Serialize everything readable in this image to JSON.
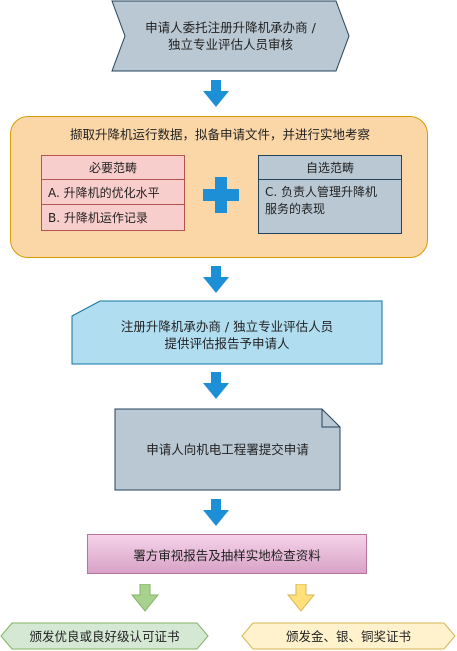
{
  "steps": {
    "apply": {
      "line1": "申请人委托注册升降机承办商 /",
      "line2": "独立专业评估人员审核"
    },
    "collect": {
      "title": "撷取升降机运行数据，拟备申请文件，并进行实地考察",
      "required": {
        "header": "必要范畴",
        "items": [
          "A. 升降机的优化水平",
          "B. 升降机运作记录"
        ]
      },
      "optional": {
        "header": "自选范畴",
        "line1": "C. 负责人管理升降机",
        "line2": "服务的表现"
      }
    },
    "report": {
      "line1": "注册升降机承办商 / 独立专业评估人员",
      "line2": "提供评估报告予申请人"
    },
    "submit": {
      "text": "申请人向机电工程署提交申请"
    },
    "review": {
      "text": "署方审视报告及抽样实地检查资料"
    },
    "outcomes": {
      "left": "颁发优良或良好级认可证书",
      "right": "颁发金、银、铜奖证书"
    }
  },
  "colors": {
    "arrow_blue": "#1d8fd6",
    "arrow_green": "#a9d18e",
    "arrow_yellow": "#ffe07a",
    "step_gray": "#bac8d3",
    "step_blue": "#b1ddf0",
    "panel_orange": "#fbd7a8",
    "required_red": "#f8cecc",
    "outcome_green": "#d5e8d4",
    "outcome_yellow": "#fff2cc"
  }
}
